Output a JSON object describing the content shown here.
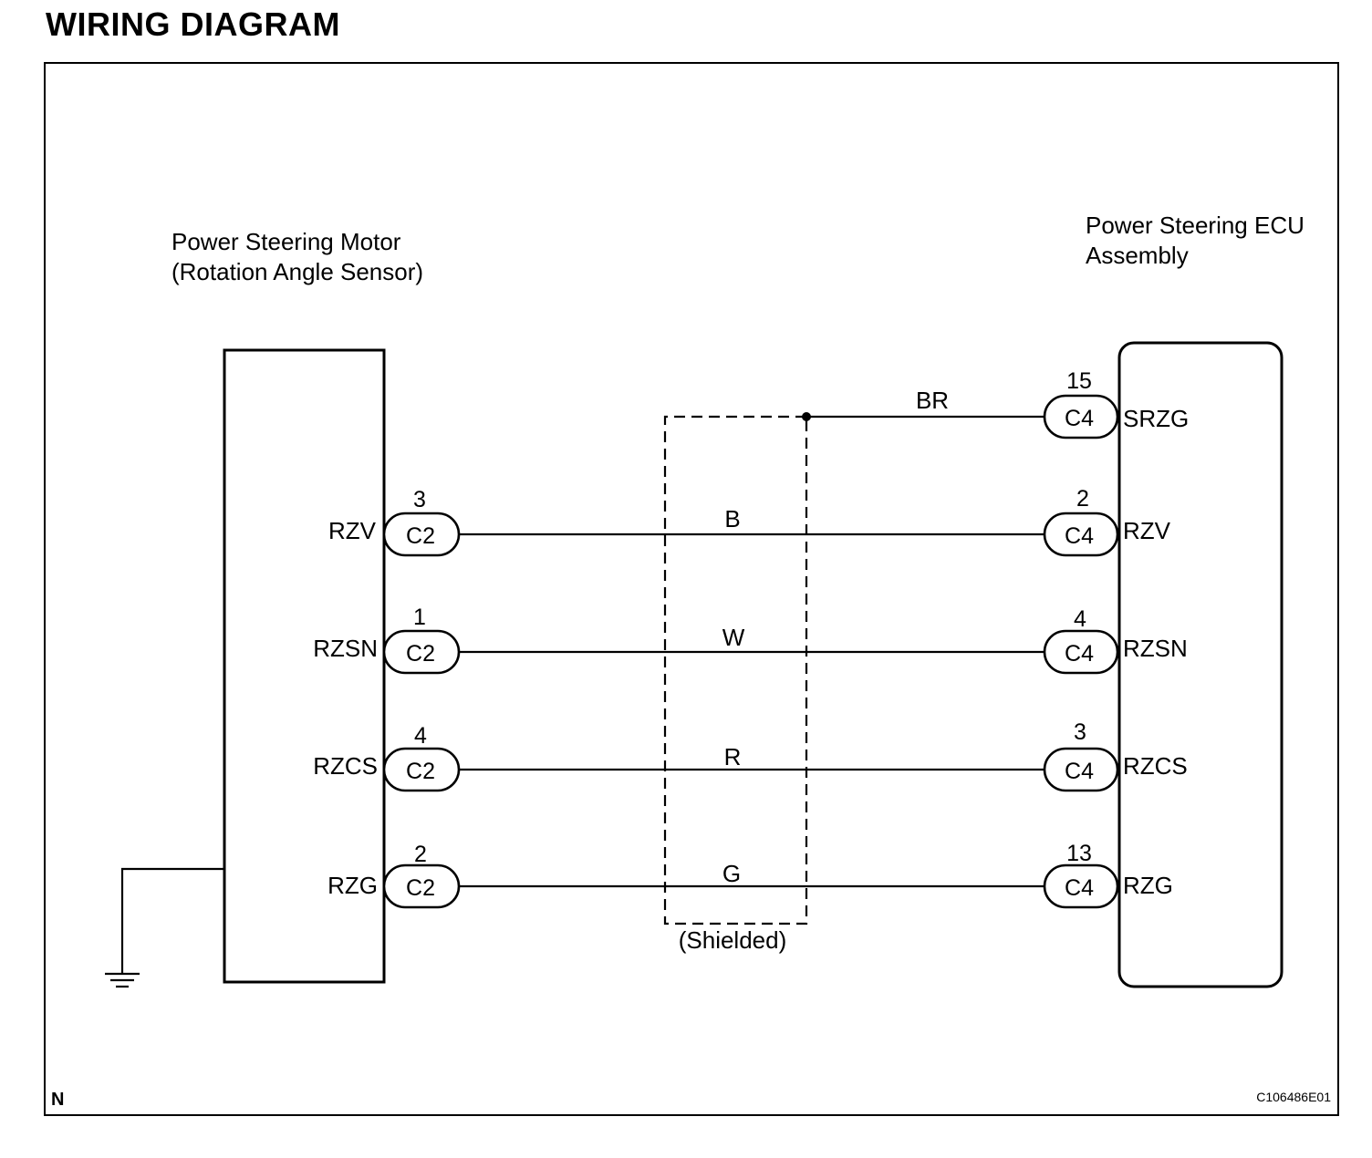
{
  "title": "WIRING DIAGRAM",
  "motor": {
    "name_line1": "Power Steering Motor",
    "name_line2": "(Rotation Angle Sensor)"
  },
  "ecu": {
    "name_line1": "Power Steering ECU",
    "name_line2": "Assembly"
  },
  "shield_label": "(Shielded)",
  "drain": {
    "wire_color": "BR",
    "ecu_connector": "C4",
    "ecu_pin": "15",
    "ecu_terminal": "SRZG"
  },
  "circuits": [
    {
      "motor_terminal": "RZV",
      "motor_connector": "C2",
      "motor_pin": "3",
      "wire_color": "B",
      "ecu_connector": "C4",
      "ecu_pin": "2",
      "ecu_terminal": "RZV"
    },
    {
      "motor_terminal": "RZSN",
      "motor_connector": "C2",
      "motor_pin": "1",
      "wire_color": "W",
      "ecu_connector": "C4",
      "ecu_pin": "4",
      "ecu_terminal": "RZSN"
    },
    {
      "motor_terminal": "RZCS",
      "motor_connector": "C2",
      "motor_pin": "4",
      "wire_color": "R",
      "ecu_connector": "C4",
      "ecu_pin": "3",
      "ecu_terminal": "RZCS"
    },
    {
      "motor_terminal": "RZG",
      "motor_connector": "C2",
      "motor_pin": "2",
      "wire_color": "G",
      "ecu_connector": "C4",
      "ecu_pin": "13",
      "ecu_terminal": "RZG"
    }
  ],
  "footer": {
    "left_mark": "N",
    "figure_code": "C106486E01"
  }
}
